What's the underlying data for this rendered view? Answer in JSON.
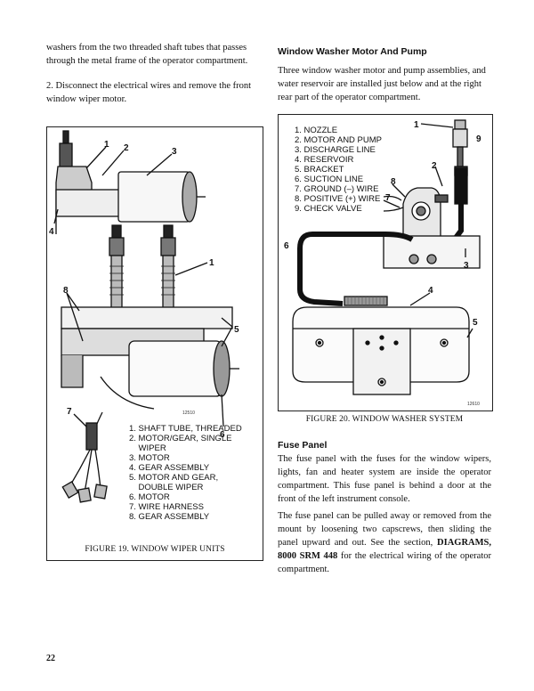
{
  "left_column": {
    "para1": "washers from the two threaded shaft tubes that passes through the metal frame of the operator compartment.",
    "para2": "2. Disconnect the electrical wires and remove the front window wiper motor."
  },
  "right_column": {
    "heading1": "Window Washer Motor And Pump",
    "para1": "Three window washer motor and pump assemblies, and water reservoir are installed just below and at the right rear part of the operator compartment.",
    "heading2": "Fuse Panel",
    "para2": "The fuse panel with the fuses for the window wipers, lights, fan and heater system are inside the operator compartment. This fuse panel is behind a door at the front of the left instrument console.",
    "para3_a": "The fuse panel can be pulled away or removed from the mount by loosening two capscrews, then sliding the panel upward and out. See the section, ",
    "para3_bold": "DIAGRAMS, 8000 SRM 448",
    "para3_b": " for the electrical wiring of the operator compartment."
  },
  "figure19": {
    "caption": "FIGURE 19. WINDOW WIPER UNITS",
    "code": "12510",
    "callouts": [
      "1",
      "2",
      "3",
      "4",
      "1",
      "8",
      "5",
      "7",
      "6"
    ],
    "legend": [
      "1. SHAFT TUBE, THREADED",
      "2. MOTOR/GEAR, SINGLE",
      "    WIPER",
      "3. MOTOR",
      "4. GEAR ASSEMBLY",
      "5. MOTOR AND GEAR,",
      "    DOUBLE WIPER",
      "6. MOTOR",
      "7. WIRE HARNESS",
      "8. GEAR ASSEMBLY"
    ]
  },
  "figure20": {
    "caption": "FIGURE 20. WINDOW WASHER SYSTEM",
    "code": "12610",
    "callouts": [
      "1",
      "9",
      "2",
      "8",
      "7",
      "6",
      "3",
      "4",
      "5"
    ],
    "legend": [
      "1. NOZZLE",
      "2. MOTOR AND PUMP",
      "3. DISCHARGE LINE",
      "4. RESERVOIR",
      "5. BRACKET",
      "6. SUCTION LINE",
      "7. GROUND (–) WIRE",
      "8. POSITIVE (+) WIRE",
      "9. CHECK VALVE"
    ]
  },
  "page_number": "22"
}
